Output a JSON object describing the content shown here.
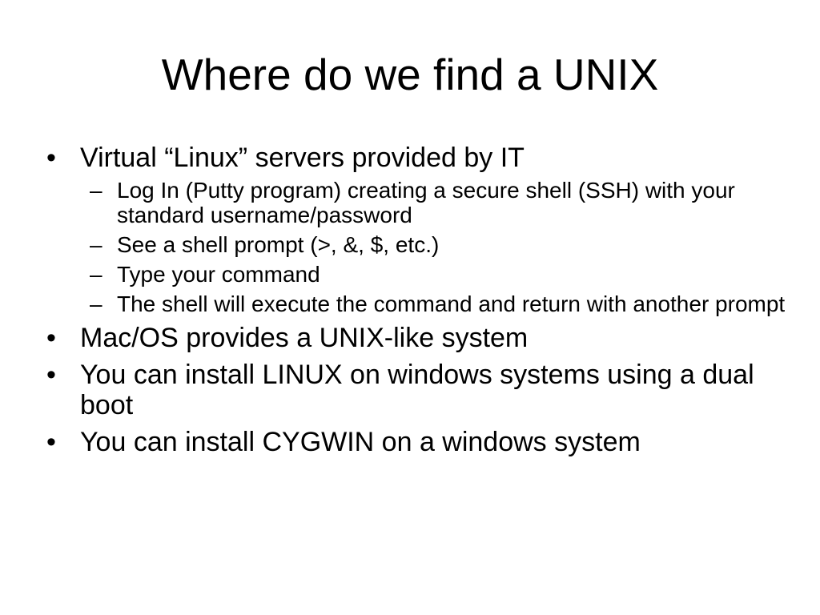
{
  "slide": {
    "title": "Where do we find a UNIX",
    "bullet_symbol": "•",
    "sub_bullet_symbol": "–",
    "bullets": [
      {
        "text": "Virtual “Linux” servers provided by IT",
        "sub": [
          "Log In (Putty program) creating a secure shell (SSH) with your standard username/password",
          "See a shell prompt (>, &, $, etc.)",
          "Type your command",
          "The shell will execute the command and return with another prompt"
        ]
      },
      {
        "text": "Mac/OS provides a UNIX-like system"
      },
      {
        "text": "You can install LINUX on windows systems using a dual boot"
      },
      {
        "text": "You can install CYGWIN on a windows system"
      }
    ]
  }
}
